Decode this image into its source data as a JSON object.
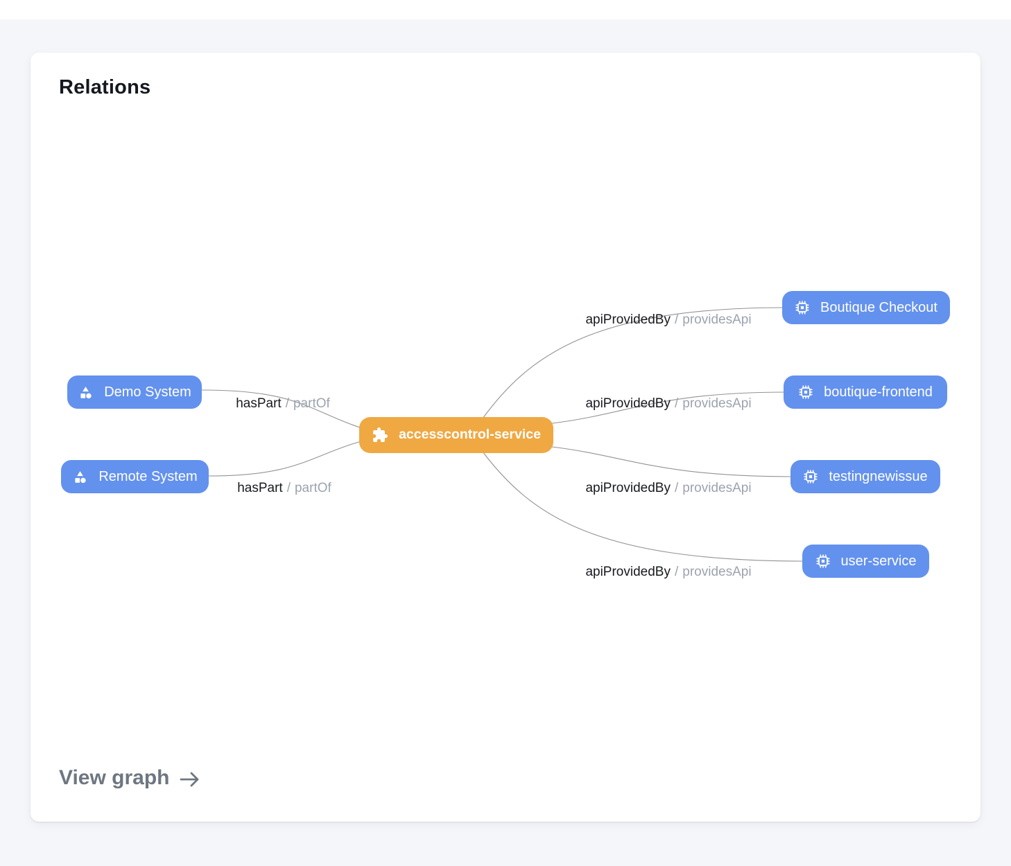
{
  "page": {
    "title": "Relations",
    "footer_link": "View graph"
  },
  "colors": {
    "node_blue": "#6391ee",
    "node_orange": "#f0a843",
    "edge": "#7f7f7f",
    "edge_label_dark": "#17191e",
    "edge_label_muted": "#9ca3af",
    "card_background": "#ffffff",
    "page_background": "#f5f6fa",
    "footer_link_color": "#6e7681"
  },
  "graph": {
    "center_node": {
      "label": "accesscontrol-service",
      "icon": "puzzle-icon"
    },
    "left_nodes": [
      {
        "label": "Demo System",
        "icon": "system-icon"
      },
      {
        "label": "Remote System",
        "icon": "system-icon"
      }
    ],
    "right_nodes": [
      {
        "label": "Boutique Checkout",
        "icon": "chip-icon"
      },
      {
        "label": "boutique-frontend",
        "icon": "chip-icon"
      },
      {
        "label": "testingnewissue",
        "icon": "chip-icon"
      },
      {
        "label": "user-service",
        "icon": "chip-icon"
      }
    ],
    "edges": [
      {
        "from": "Demo System",
        "to": "accesscontrol-service",
        "main": "hasPart",
        "sep": "/",
        "alt": "partOf"
      },
      {
        "from": "Remote System",
        "to": "accesscontrol-service",
        "main": "hasPart",
        "sep": "/",
        "alt": "partOf"
      },
      {
        "from": "accesscontrol-service",
        "to": "Boutique Checkout",
        "main": "apiProvidedBy",
        "sep": "/",
        "alt": "providesApi"
      },
      {
        "from": "accesscontrol-service",
        "to": "boutique-frontend",
        "main": "apiProvidedBy",
        "sep": "/",
        "alt": "providesApi"
      },
      {
        "from": "accesscontrol-service",
        "to": "testingnewissue",
        "main": "apiProvidedBy",
        "sep": "/",
        "alt": "providesApi"
      },
      {
        "from": "accesscontrol-service",
        "to": "user-service",
        "main": "apiProvidedBy",
        "sep": "/",
        "alt": "providesApi"
      }
    ]
  }
}
